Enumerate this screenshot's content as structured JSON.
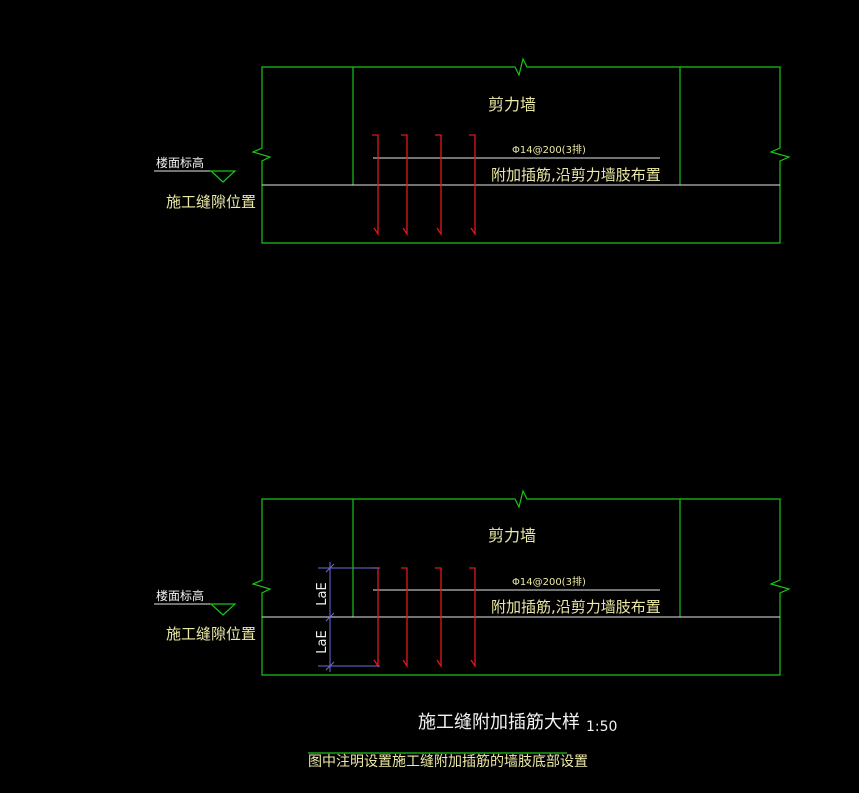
{
  "colors": {
    "background": "#000000",
    "wall_outline": "#19c319",
    "reference_lines": "#e6e6e6",
    "rebar": "#e01818",
    "dimension": "#6b6bd8",
    "label_text": "#ece9a6"
  },
  "top_detail": {
    "wall_label": "剪力墙",
    "rebar_spec": "Φ14@200(3排)",
    "rebar_note": "附加插筋,沿剪力墙肢布置",
    "floor_level_label": "楼面标高",
    "joint_label": "施工缝隙位置"
  },
  "bottom_detail": {
    "wall_label": "剪力墙",
    "rebar_spec": "Φ14@200(3排)",
    "rebar_note": "附加插筋,沿剪力墙肢布置",
    "floor_level_label": "楼面标高",
    "joint_label": "施工缝隙位置",
    "dim_upper": "LaE",
    "dim_lower": "LaE"
  },
  "footer": {
    "title": "施工缝附加插筋大样",
    "scale": "1:50",
    "note": "图中注明设置施工缝附加插筋的墙肢底部设置"
  }
}
